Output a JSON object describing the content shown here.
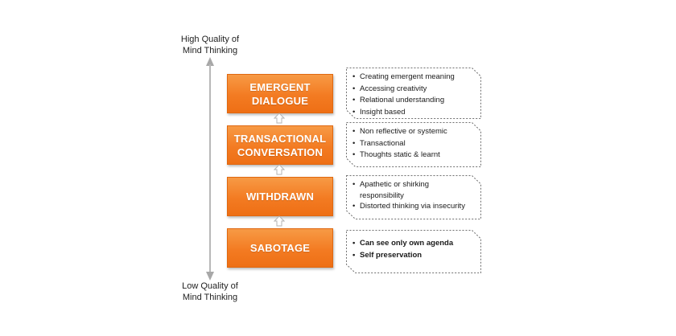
{
  "axis": {
    "top_label": [
      "High Quality of",
      "Mind Thinking"
    ],
    "bottom_label": [
      "Low Quality of",
      "Mind Thinking"
    ]
  },
  "levels": [
    {
      "title": [
        "EMERGENT",
        "DIALOGUE"
      ],
      "bullets": [
        "Creating emergent meaning",
        "Accessing creativity",
        "Relational understanding",
        "Insight based"
      ],
      "bold": false
    },
    {
      "title": [
        "TRANSACTIONAL",
        "CONVERSATION"
      ],
      "bullets": [
        "Non reflective or systemic",
        "Transactional",
        "Thoughts static & learnt"
      ],
      "bold": false
    },
    {
      "title": [
        "WITHDRAWN"
      ],
      "bullets": [
        "Apathetic or shirking responsibility",
        "Distorted thinking via insecurity"
      ],
      "bold": false
    },
    {
      "title": [
        "SABOTAGE"
      ],
      "bullets": [
        "Can see only own agenda",
        "Self preservation"
      ],
      "bold": true
    }
  ],
  "colors": {
    "box_fill": "#f37b22",
    "box_text": "#ffffff",
    "card_border": "#6e6e6e",
    "axis_line": "#b8b8b8"
  }
}
